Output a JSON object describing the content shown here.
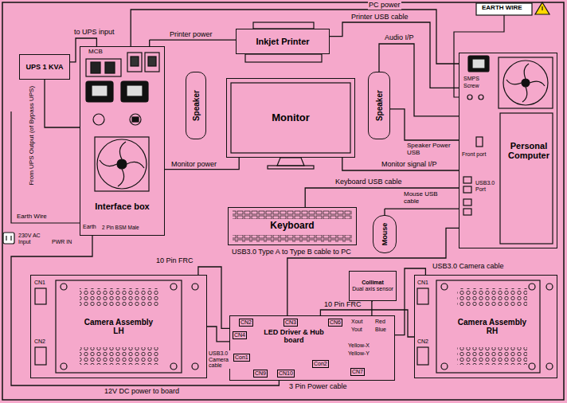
{
  "diagram": {
    "nodes": [
      {
        "text": [
          "UPS 1 KVA"
        ]
      },
      {
        "text": [
          "Interface box"
        ]
      },
      {
        "text": [
          "Inkjet Printer"
        ]
      },
      {
        "text": [
          "Speaker"
        ]
      },
      {
        "text": [
          "Monitor"
        ]
      },
      {
        "text": [
          "Speaker"
        ]
      },
      {
        "text": [
          "Personal Computer"
        ]
      },
      {
        "text": [
          "Keyboard"
        ]
      },
      {
        "text": [
          "Mouse"
        ]
      },
      {
        "text": [
          "Camera Assembly LH"
        ]
      },
      {
        "text": [
          "LED Driver & Hub board"
        ]
      },
      {
        "text": [
          "Collimat",
          "Dual axis sensor"
        ]
      },
      {
        "text": [
          "Camera Assembly RH"
        ]
      }
    ],
    "edges": [
      {
        "from": 0,
        "to": 1,
        "label": "to UPS input",
        "arrow": "none"
      },
      {
        "from": 0,
        "to": 1,
        "label": "From UPS Output (of Bypass UPS)",
        "arrow": "none"
      },
      {
        "from": 1,
        "to": 2,
        "label": "Printer power",
        "arrow": "none"
      },
      {
        "from": 1,
        "to": 6,
        "label": "PC power",
        "arrow": "none"
      },
      {
        "from": 2,
        "to": 6,
        "label": "Printer USB cable",
        "arrow": "none"
      },
      {
        "from": 5,
        "to": 6,
        "label": "Audio I/P",
        "arrow": "none"
      },
      {
        "from": 5,
        "to": 6,
        "label": "Speaker Power USB",
        "arrow": "none"
      },
      {
        "from": 1,
        "to": 4,
        "label": "Monitor power",
        "arrow": "none"
      },
      {
        "from": 4,
        "to": 6,
        "label": "Monitor signal I/P",
        "arrow": "none"
      },
      {
        "from": 7,
        "to": 6,
        "label": "Keyboard USB cable",
        "arrow": "none"
      },
      {
        "from": 8,
        "to": 6,
        "label": "Mouse USB cable",
        "arrow": "none"
      },
      {
        "from": 9,
        "to": 10,
        "label": "10 Pin FRC",
        "arrow": "none"
      },
      {
        "from": 1,
        "to": 10,
        "label": "12V DC power to board",
        "arrow": "none"
      },
      {
        "from": 10,
        "to": 6,
        "label": "USB3.0 Type A to Type B cable to PC",
        "arrow": "none"
      },
      {
        "from": 12,
        "to": 10,
        "label": "USB3.0 Camera cable",
        "arrow": "none"
      },
      {
        "from": 10,
        "to": 12,
        "label": "10 Pin FRC",
        "arrow": "none"
      },
      {
        "from": 11,
        "to": 10,
        "arrow": "none"
      },
      {
        "from": 9,
        "to": 10,
        "label": "USB3.0 Camera cable",
        "arrow": "none"
      }
    ],
    "labels": [
      "EARTH WIRE",
      "MCB",
      "Earth",
      "2 Pin BSM Male",
      "Earth Wire",
      "230V AC Input",
      "PWR IN",
      "SMPS",
      "Screw",
      "Front port",
      "USB3.0 Port",
      "CN1",
      "CN2",
      "CN2",
      "CN3",
      "CN4",
      "Con1",
      "Con2",
      "CN9",
      "CN10",
      "CN6",
      "CN7",
      "Xout",
      "Yout",
      "Red",
      "Blue",
      "Yellow-X",
      "Yellow-Y",
      "3 Pin Power cable",
      "CN1",
      "CN2"
    ]
  }
}
